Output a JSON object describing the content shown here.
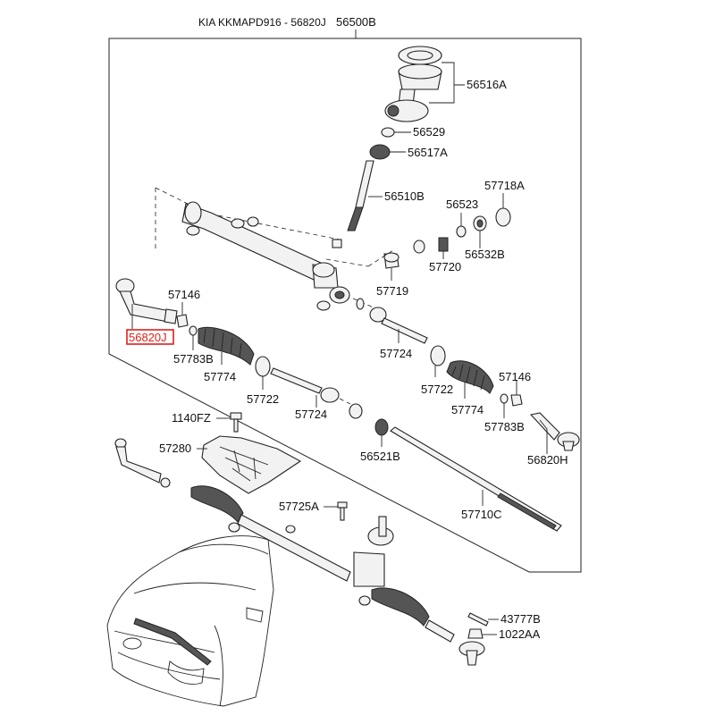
{
  "diagram": {
    "title": "KIA KKMAPD916 - 56820J",
    "assembly_label": "56500B",
    "highlight_color": "#e0201a",
    "part_labels": {
      "p56516A": "56516A",
      "p56529": "56529",
      "p56517A": "56517A",
      "p56510B": "56510B",
      "p57718A": "57718A",
      "p56523": "56523",
      "p56532B": "56532B",
      "p57720": "57720",
      "p57719": "57719",
      "p57146L": "57146",
      "p56820J": "56820J",
      "p57783BL": "57783B",
      "p57774L": "57774",
      "p57722L": "57722",
      "p57724C": "57724",
      "p57724R": "57724",
      "p57722R": "57722",
      "p57774R": "57774",
      "p57146R": "57146",
      "p57783BR": "57783B",
      "p56820H": "56820H",
      "p1140FZ": "1140FZ",
      "p57280": "57280",
      "p56521B": "56521B",
      "p57725A": "57725A",
      "p57710C": "57710C",
      "p43777B": "43777B",
      "p1022AA": "1022AA"
    }
  }
}
